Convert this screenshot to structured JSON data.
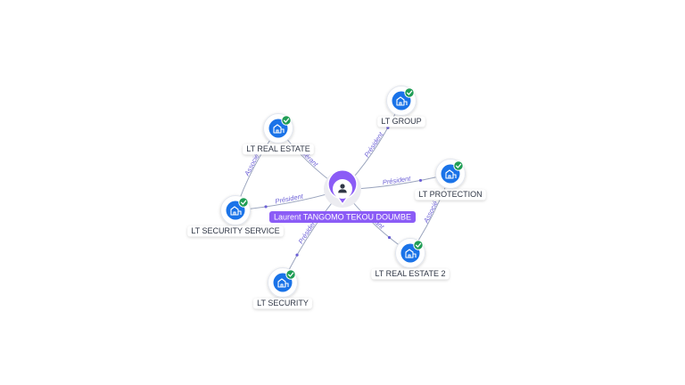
{
  "person": {
    "name": "Laurent TANGOMO TEKOU DOUMBE",
    "icon": "person-icon",
    "color": "#8b5cf6"
  },
  "companies": [
    {
      "id": "lt-group",
      "name": "LT GROUP",
      "icon": "building-icon",
      "status": "verified-check-icon"
    },
    {
      "id": "lt-real-estate",
      "name": "LT REAL ESTATE",
      "icon": "building-icon",
      "status": "verified-check-icon"
    },
    {
      "id": "lt-protection",
      "name": "LT PROTECTION",
      "icon": "building-icon",
      "status": "verified-check-icon"
    },
    {
      "id": "lt-security-service",
      "name": "LT SECURITY SERVICE",
      "icon": "building-icon",
      "status": "verified-check-icon"
    },
    {
      "id": "lt-real-estate-2",
      "name": "LT REAL ESTATE 2",
      "icon": "building-icon",
      "status": "verified-check-icon"
    },
    {
      "id": "lt-security",
      "name": "LT SECURITY",
      "icon": "building-icon",
      "status": "verified-check-icon"
    }
  ],
  "relations": [
    {
      "from": "person",
      "to": "lt-group",
      "label": "Président"
    },
    {
      "from": "person",
      "to": "lt-real-estate",
      "label": "Gérant"
    },
    {
      "from": "person",
      "to": "lt-protection",
      "label": "Président"
    },
    {
      "from": "person",
      "to": "lt-security-service",
      "label": "Président"
    },
    {
      "from": "person",
      "to": "lt-real-estate-2",
      "label": "Gérant"
    },
    {
      "from": "person",
      "to": "lt-security",
      "label": "Président"
    },
    {
      "from": "lt-security-service",
      "to": "lt-real-estate",
      "label": "Associé"
    },
    {
      "from": "lt-real-estate-2",
      "to": "lt-protection",
      "label": "Associé"
    }
  ],
  "colors": {
    "company_node": "#1a73e8",
    "check_badge": "#1f9d55",
    "edge": "#9aa4bd",
    "edge_label": "#6b5fd6"
  }
}
